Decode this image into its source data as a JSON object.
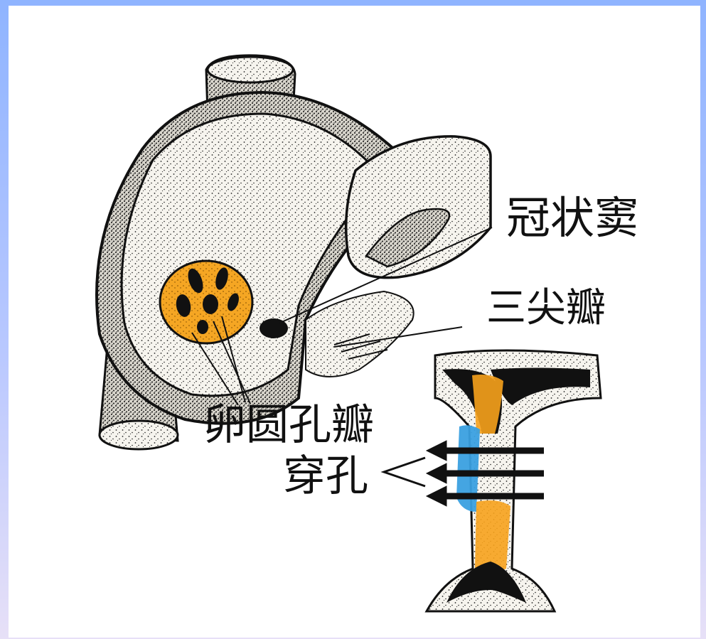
{
  "labels": {
    "coronary_sinus": "冠状窦",
    "tricuspid_valve": "三尖瓣",
    "foramen_ovale_valve": "卵圆孔瓣",
    "perforation": "穿孔"
  },
  "colors": {
    "background": "#8fb4ff",
    "canvas": "#ffffff",
    "ink": "#111111",
    "stipple_fill": "#f3f1ea",
    "valve_orange": "#f5a623",
    "septum_orange": "#f7a21c",
    "septum_blue": "#3aa0e0"
  }
}
